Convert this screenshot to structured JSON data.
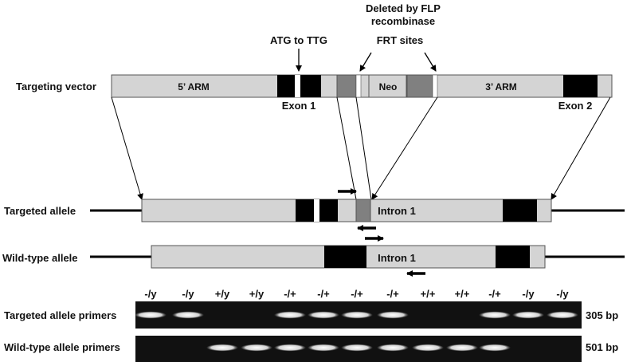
{
  "top_labels": {
    "deleted_line1": "Deleted by FLP",
    "deleted_line2": "recombinase",
    "atg": "ATG to TTG",
    "frt": "FRT sites"
  },
  "vector": {
    "row_label": "Targeting vector",
    "arm5": "5’ ARM",
    "neo": "Neo",
    "arm3": "3’ ARM",
    "exon1": "Exon 1",
    "exon2": "Exon 2"
  },
  "targeted": {
    "row_label": "Targeted allele",
    "intron": "Intron 1"
  },
  "wildtype": {
    "row_label": "Wild-type allele",
    "intron": "Intron 1"
  },
  "gel": {
    "lanes": [
      "-/y",
      "-/y",
      "+/y",
      "+/y",
      "-/+",
      "-/+",
      "-/+",
      "-/+",
      "+/+",
      "+/+",
      "-/+",
      "-/y",
      "-/y"
    ],
    "rows": [
      {
        "label": "Targeted allele primers",
        "size": "305 bp",
        "band": [
          1,
          1,
          0,
          0,
          1,
          1,
          1,
          1,
          0,
          0,
          1,
          1,
          1
        ]
      },
      {
        "label": "Wild-type allele primers",
        "size": "501 bp",
        "band": [
          0,
          0,
          1,
          1,
          1,
          1,
          1,
          1,
          1,
          1,
          1,
          0,
          0
        ]
      }
    ]
  },
  "colors": {
    "box": "#d4d4d4",
    "exon": "#000000",
    "frt": "#808080",
    "gel": "#111111",
    "band": "#f2f2f2"
  }
}
